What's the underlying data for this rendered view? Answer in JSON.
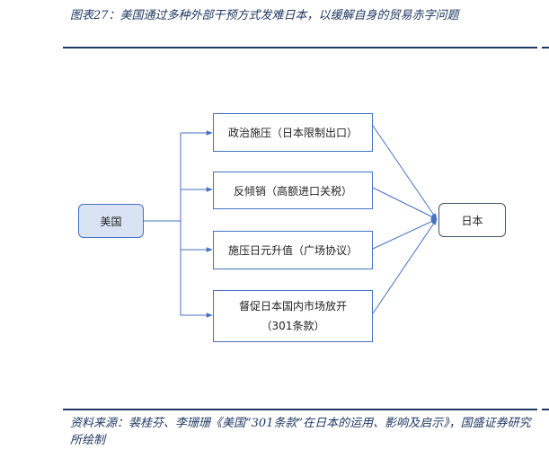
{
  "figure": {
    "caption": "图表27：美国通过多种外部干预方式发难日本，以缓解自身的贸易赤字问题",
    "source": "资料来源：裴桂芬、李珊珊《美国“301条款”在日本的运用、影响及启示》，国盛证券研究所绘制"
  },
  "diagram": {
    "source_node": "美国",
    "target_node": "日本",
    "measures": [
      {
        "line1": "政治施压（日本限制出口）",
        "line2": ""
      },
      {
        "line1": "反倾销（高额进口关税）",
        "line2": ""
      },
      {
        "line1": "施压日元升值（广场协议）",
        "line2": ""
      },
      {
        "line1": "督促日本国内市场放开",
        "line2": "（301条款）"
      }
    ],
    "colors": {
      "accent": "#4472c4",
      "source_fill": "#dae3f3",
      "text": "#1f3864"
    }
  }
}
